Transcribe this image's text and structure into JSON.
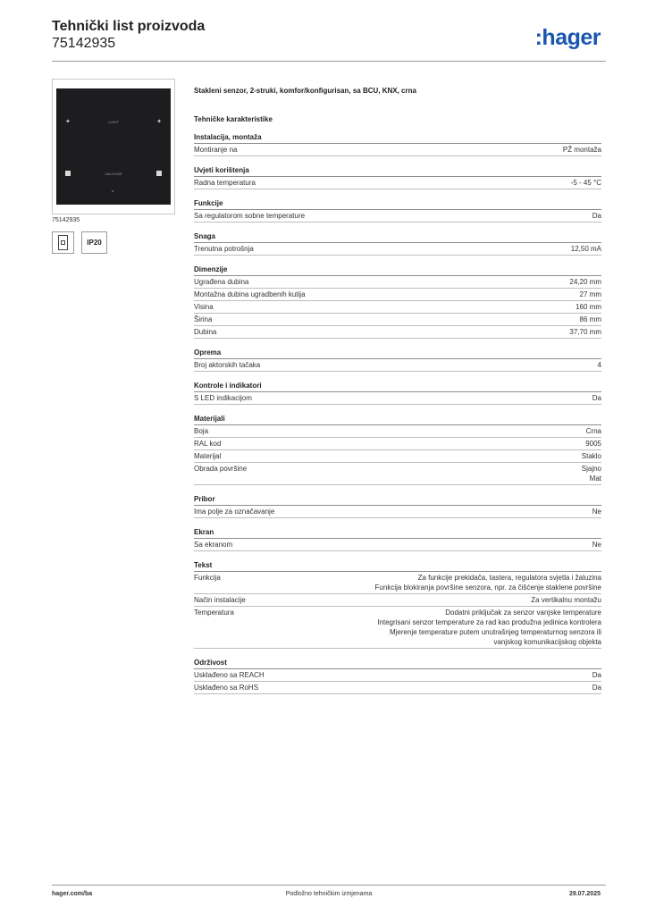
{
  "header": {
    "title": "Tehnički list proizvoda",
    "number": "75142935",
    "logo": ":hager"
  },
  "colors": {
    "brand": "#1a56b0",
    "text": "#222222",
    "rule": "#8c8c8c"
  },
  "image": {
    "caption": "75142935",
    "glass_label_top": "LIGHT",
    "glass_label_bottom": "JALOUSIE",
    "badge_ip": "IP20",
    "badge_mount_icon": "flush-mount-icon"
  },
  "product": {
    "description": "Stakleni senzor, 2-struki, komfor/konfigurisan, sa BCU, KNX, crna",
    "tech_heading": "Tehničke karakteristike"
  },
  "sections": [
    {
      "title": "Instalacija, montaža",
      "rows": [
        {
          "key": "Montiranje na",
          "value": [
            "PŽ montaža"
          ]
        }
      ]
    },
    {
      "title": "Uvjeti korištenja",
      "rows": [
        {
          "key": "Radna temperatura",
          "value": [
            "-5 - 45 °C"
          ]
        }
      ]
    },
    {
      "title": "Funkcije",
      "rows": [
        {
          "key": "Sa regulatorom sobne temperature",
          "value": [
            "Da"
          ]
        }
      ]
    },
    {
      "title": "Snaga",
      "rows": [
        {
          "key": "Trenutna potrošnja",
          "value": [
            "12,50 mA"
          ]
        }
      ]
    },
    {
      "title": "Dimenzije",
      "rows": [
        {
          "key": "Ugrađena dubina",
          "value": [
            "24,20 mm"
          ]
        },
        {
          "key": "Montažna dubina ugradbenih kutija",
          "value": [
            "27 mm"
          ]
        },
        {
          "key": "Visina",
          "value": [
            "160 mm"
          ]
        },
        {
          "key": "Širina",
          "value": [
            "86 mm"
          ]
        },
        {
          "key": "Dubina",
          "value": [
            "37,70 mm"
          ]
        }
      ]
    },
    {
      "title": "Oprema",
      "rows": [
        {
          "key": "Broj aktorskih tačaka",
          "value": [
            "4"
          ]
        }
      ]
    },
    {
      "title": "Kontrole i indikatori",
      "rows": [
        {
          "key": "S LED indikacijom",
          "value": [
            "Da"
          ]
        }
      ]
    },
    {
      "title": "Materijali",
      "rows": [
        {
          "key": "Boja",
          "value": [
            "Crna"
          ]
        },
        {
          "key": "RAL kod",
          "value": [
            "9005"
          ]
        },
        {
          "key": "Materijal",
          "value": [
            "Staklo"
          ]
        },
        {
          "key": "Obrada površine",
          "value": [
            "Sjajno",
            "Mat"
          ]
        }
      ]
    },
    {
      "title": "Pribor",
      "rows": [
        {
          "key": "Ima polje za označavanje",
          "value": [
            "Ne"
          ]
        }
      ]
    },
    {
      "title": "Ekran",
      "rows": [
        {
          "key": "Sa ekranom",
          "value": [
            "Ne"
          ]
        }
      ]
    },
    {
      "title": "Tekst",
      "rows": [
        {
          "key": "Funkcija",
          "value": [
            "Za funkcije prekidača, tastera, regulatora svjetla i žaluzina",
            "Funkcija blokiranja površine senzora, npr. za čišćenje staklene površine"
          ]
        },
        {
          "key": "Način instalacije",
          "value": [
            "Za vertikalnu montažu"
          ]
        },
        {
          "key": "Temperatura",
          "value": [
            "Dodatni priključak za senzor vanjske temperature",
            "Integrisani senzor temperature za rad kao produžna jedinica kontrolera",
            "Mjerenje temperature putem unutrašnjeg temperaturnog senzora ili",
            "vanjskog komunikacijskog objekta"
          ]
        }
      ]
    },
    {
      "title": "Održivost",
      "rows": [
        {
          "key": "Usklađeno sa REACH",
          "value": [
            "Da"
          ]
        },
        {
          "key": "Usklađeno sa RoHS",
          "value": [
            "Da"
          ]
        }
      ]
    }
  ],
  "footer": {
    "left": "hager.com/ba",
    "center": "Podložno tehničkim izmjenama",
    "right": "29.07.2025"
  }
}
